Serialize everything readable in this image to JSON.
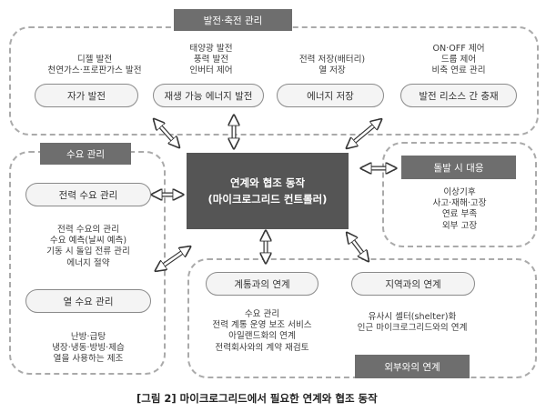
{
  "generation": {
    "tag": "발전·축전 관리",
    "groups": [
      {
        "lines": [
          "디젤 발전",
          "천연가스·프로판가스 발전"
        ],
        "pill": "자가 발전"
      },
      {
        "lines": [
          "태양광 발전",
          "풍력 발전",
          "인버터 제어"
        ],
        "pill": "재생 가능 에너지 발전"
      },
      {
        "lines": [
          "전력 저장(배터리)",
          "열 저장"
        ],
        "pill": "에너지 저장"
      },
      {
        "lines": [
          "ON·OFF 제어",
          "드룹 제어",
          "비축 연료 관리"
        ],
        "pill": "발전 리소스 간 충재"
      }
    ]
  },
  "demand": {
    "tag": "수요 관리",
    "groups": [
      {
        "pill": "전력 수요 관리",
        "lines": [
          "전력 수요의 관리",
          "수요 예측(날씨 예측)",
          "기동 시 돌입 전류 관리",
          "에너지 절약"
        ]
      },
      {
        "pill": "열 수요 관리",
        "lines": [
          "난방·급탕",
          "냉장·냉동·방빙·제습",
          "열을 사용하는 제조"
        ]
      }
    ]
  },
  "center": {
    "title": "연계와 협조 동작",
    "subtitle": "(마이크로그리드 컨트롤러)"
  },
  "emergency": {
    "tag": "돌발 시 대응",
    "lines": [
      "이상기후",
      "사고·재해·고장",
      "연료 부족",
      "외부 고장"
    ]
  },
  "external": {
    "tag": "외부와의 연계",
    "grid": {
      "pill": "계통과의 연계",
      "lines": [
        "수요 관리",
        "전력 계통 운영 보조 서비스",
        "아일랜드화의 연계",
        "전력회사와의 계약 재검토"
      ]
    },
    "regional": {
      "pill": "지역과의 연계",
      "lines": [
        "유사시 셸터(shelter)화",
        "인근 마이크로그리드와의 연계"
      ]
    }
  },
  "caption": "[그림 2] 마이크로그리드에서 필요한 연계와 협조 동작",
  "colors": {
    "dark_box": "#555555",
    "tag_fill": "#6e6e6e",
    "pill_fill": "#f4f4f4",
    "dash": "#aaaaaa"
  }
}
